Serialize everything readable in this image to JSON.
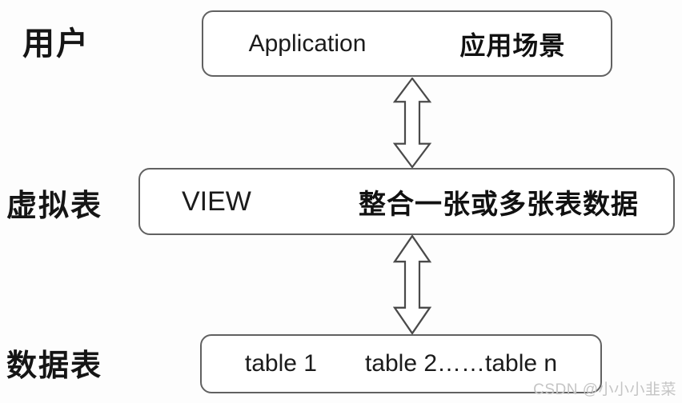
{
  "rows": [
    {
      "label": "用户",
      "left_text": "Application",
      "right_text": "应用场景"
    },
    {
      "label": "虚拟表",
      "left_text": "VIEW",
      "right_text": "整合一张或多张表数据"
    },
    {
      "label": "数据表",
      "left_text": "table 1",
      "right_text": "table 2……table n"
    }
  ],
  "connectors": [
    {
      "type": "double-headed-vertical-arrow",
      "from": "Application",
      "to": "VIEW"
    },
    {
      "type": "double-headed-vertical-arrow",
      "from": "VIEW",
      "to": "tables"
    }
  ],
  "watermark": "CSDN @小小小韭菜",
  "colors": {
    "background": "#fdfdfd",
    "box_border": "#616161",
    "text": "#1b1b1b",
    "arrow_outline": "#4a4a4a",
    "watermark": "#c5c5c5"
  }
}
